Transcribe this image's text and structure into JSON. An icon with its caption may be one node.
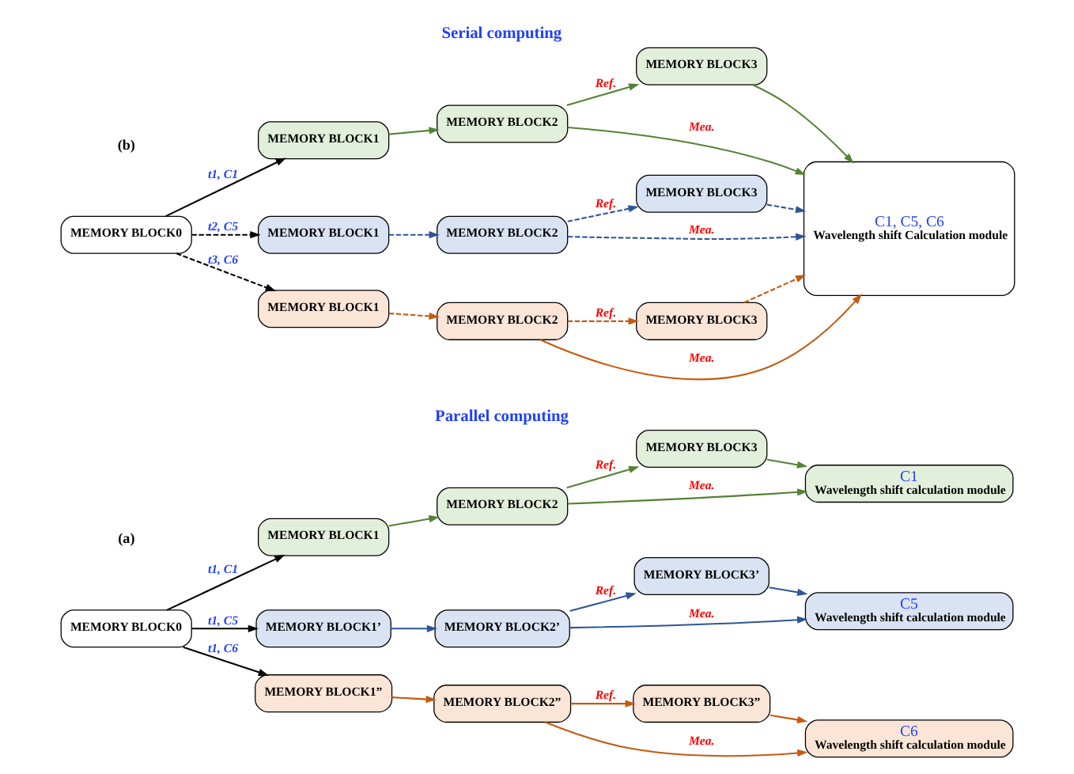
{
  "diagram": {
    "nodes": [
      {
        "text": [
          "MEMORY BLOCK0"
        ]
      },
      {
        "text": [
          "MEMORY BLOCK1"
        ]
      },
      {
        "text": [
          "MEMORY BLOCK2"
        ]
      },
      {
        "text": [
          "MEMORY BLOCK3"
        ]
      },
      {
        "text": [
          "C1",
          "Wavelength shift calculation module"
        ]
      },
      {
        "text": [
          "MEMORY BLOCK1’"
        ]
      },
      {
        "text": [
          "MEMORY BLOCK2’"
        ]
      },
      {
        "text": [
          "MEMORY BLOCK3’"
        ]
      },
      {
        "text": [
          "C5",
          "Wavelength shift calculation module"
        ]
      },
      {
        "text": [
          "MEMORY BLOCK1”"
        ]
      },
      {
        "text": [
          "MEMORY BLOCK2”"
        ]
      },
      {
        "text": [
          "MEMORY BLOCK3”"
        ]
      },
      {
        "text": [
          "C6",
          "Wavelength shift calculation module"
        ]
      },
      {
        "text": [
          "MEMORY BLOCK0"
        ]
      },
      {
        "text": [
          "MEMORY BLOCK1"
        ]
      },
      {
        "text": [
          "MEMORY BLOCK2"
        ]
      },
      {
        "text": [
          "MEMORY BLOCK3"
        ]
      },
      {
        "text": [
          "MEMORY BLOCK1"
        ]
      },
      {
        "text": [
          "MEMORY BLOCK2"
        ]
      },
      {
        "text": [
          "MEMORY BLOCK3"
        ]
      },
      {
        "text": [
          "MEMORY BLOCK1"
        ]
      },
      {
        "text": [
          "MEMORY BLOCK2"
        ]
      },
      {
        "text": [
          "MEMORY BLOCK3"
        ]
      },
      {
        "text": [
          "C1, C5, C6",
          "Wavelength shift Calculation module"
        ]
      }
    ],
    "edges": [
      {
        "from": 0,
        "to": 1,
        "arrow": "to",
        "label": "t1, C1",
        "color": "#000000"
      },
      {
        "from": 0,
        "to": 5,
        "arrow": "to",
        "label": "t1, C5",
        "color": "#000000"
      },
      {
        "from": 0,
        "to": 9,
        "arrow": "to",
        "label": "t1, C6",
        "color": "#000000"
      },
      {
        "from": 1,
        "to": 2,
        "arrow": "to",
        "color": "#548235"
      },
      {
        "from": 2,
        "to": 3,
        "arrow": "to",
        "label": "Ref.",
        "color": "#548235"
      },
      {
        "from": 2,
        "to": 4,
        "arrow": "to",
        "label": "Mea.",
        "color": "#548235"
      },
      {
        "from": 3,
        "to": 4,
        "arrow": "to",
        "color": "#548235"
      },
      {
        "from": 5,
        "to": 6,
        "arrow": "to",
        "color": "#2f5597"
      },
      {
        "from": 6,
        "to": 7,
        "arrow": "to",
        "label": "Ref.",
        "color": "#2f5597"
      },
      {
        "from": 6,
        "to": 8,
        "arrow": "to",
        "label": "Mea.",
        "color": "#2f5597"
      },
      {
        "from": 7,
        "to": 8,
        "arrow": "to",
        "color": "#2f5597"
      },
      {
        "from": 9,
        "to": 10,
        "arrow": "to",
        "color": "#c55a11"
      },
      {
        "from": 10,
        "to": 11,
        "arrow": "to",
        "label": "Ref.",
        "color": "#c55a11"
      },
      {
        "from": 10,
        "to": 12,
        "arrow": "to",
        "label": "Mea.",
        "color": "#c55a11"
      },
      {
        "from": 11,
        "to": 12,
        "arrow": "to",
        "color": "#c55a11"
      },
      {
        "from": 13,
        "to": 14,
        "arrow": "to",
        "label": "t1, C1",
        "color": "#000000"
      },
      {
        "from": 13,
        "to": 17,
        "arrow": "to",
        "label": "t2, C5",
        "style": "dashed",
        "color": "#000000"
      },
      {
        "from": 13,
        "to": 20,
        "arrow": "to",
        "label": "t3, C6",
        "style": "dashed",
        "color": "#000000"
      },
      {
        "from": 14,
        "to": 15,
        "arrow": "to",
        "color": "#548235"
      },
      {
        "from": 15,
        "to": 16,
        "arrow": "to",
        "label": "Ref.",
        "color": "#548235"
      },
      {
        "from": 15,
        "to": 23,
        "arrow": "to",
        "label": "Mea.",
        "color": "#548235"
      },
      {
        "from": 16,
        "to": 23,
        "arrow": "to",
        "color": "#548235"
      },
      {
        "from": 17,
        "to": 18,
        "arrow": "to",
        "style": "dashed",
        "color": "#2f5597"
      },
      {
        "from": 18,
        "to": 19,
        "arrow": "to",
        "label": "Ref.",
        "style": "dashed",
        "color": "#2f5597"
      },
      {
        "from": 18,
        "to": 23,
        "arrow": "to",
        "label": "Mea.",
        "style": "dashed",
        "color": "#2f5597"
      },
      {
        "from": 19,
        "to": 23,
        "arrow": "to",
        "style": "dashed",
        "color": "#2f5597"
      },
      {
        "from": 20,
        "to": 21,
        "arrow": "to",
        "style": "dashed",
        "color": "#c55a11"
      },
      {
        "from": 21,
        "to": 22,
        "arrow": "to",
        "label": "Ref.",
        "style": "dashed",
        "color": "#c55a11"
      },
      {
        "from": 21,
        "to": 23,
        "arrow": "to",
        "label": "Mea.",
        "color": "#c55a11"
      },
      {
        "from": 22,
        "to": 23,
        "arrow": "to",
        "style": "dashed",
        "color": "#c55a11"
      }
    ],
    "labels": [
      "(a)",
      "Parallel computing",
      "(b)",
      "Serial computing"
    ]
  }
}
